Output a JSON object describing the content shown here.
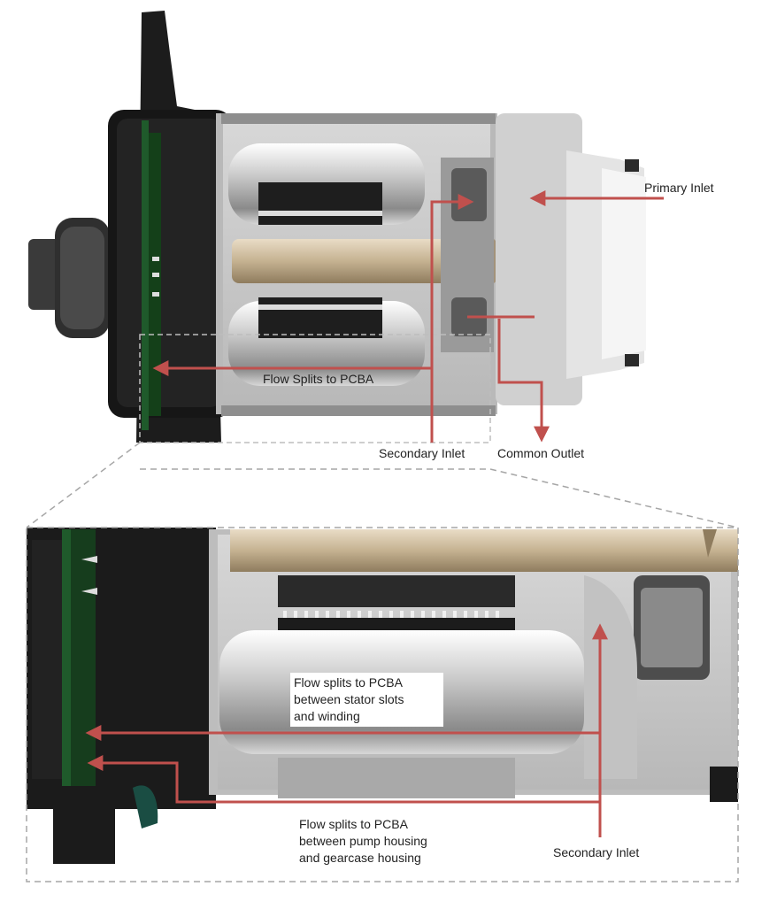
{
  "top_view": {
    "labels": {
      "primary_inlet": "Primary Inlet",
      "flow_splits": "Flow Splits to PCBA",
      "secondary_inlet": "Secondary Inlet",
      "common_outlet": "Common Outlet"
    }
  },
  "detail_view": {
    "labels": {
      "stator_line1": "Flow splits to PCBA",
      "stator_line2": "between stator slots",
      "stator_line3": "and winding",
      "housing_line1": "Flow splits to PCBA",
      "housing_line2": "between pump housing",
      "housing_line3": "and gearcase housing",
      "secondary_inlet": "Secondary Inlet"
    }
  },
  "colors": {
    "arrow": "#c0504d",
    "housing": "#1c1c1c",
    "pcb": "#1f5a2b",
    "shaft": "#c9b79a",
    "guide": "#a6a6a6"
  }
}
